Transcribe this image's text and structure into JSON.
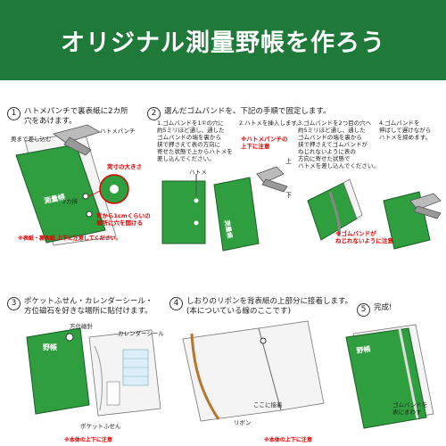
{
  "banner": {
    "title": "オリジナル測量野帳を作ろう",
    "bg": "#1f7a3a"
  },
  "step1": {
    "num": "1",
    "line1": "ハトメパンチで裏表紙に2カ所",
    "line2": "穴をあけます。",
    "label_punch": "ハトメパンチ",
    "label_fold": "奥まで差し込む",
    "label_holes": "2カ所",
    "book_text": "測量帳",
    "hole_size_label": "実寸の大きさ",
    "hole_pos1": "背から1cmくらいの",
    "hole_pos2": "場所に穴を開ける",
    "note": "※表紙・裏表紙 上下に注意してください。"
  },
  "step2": {
    "num": "2",
    "line1": "選んだゴムバンドを、下記の手順で固定します。",
    "a": {
      "num": "1.",
      "l1": "ゴムバンドを1①の穴に",
      "l2": "約5ミリほど通し、通した",
      "l3": "ゴムバンドの端を裏から",
      "l4": "挟で押さえて表の方向に",
      "l5": "寄せた状態で上からハトメを",
      "l6": "差し込んでください。"
    },
    "b": {
      "num": "2.",
      "l1": "ハトメを挿入します。"
    },
    "c": {
      "num": "3.",
      "l1": "ゴムバンドを2つ目の穴へ",
      "l2": "約5ミリほど通し、通した",
      "l3": "ゴムバンドの端を裏から",
      "l4": "挟で押さえてゴムバンドが",
      "l5": "ねじれないように表の",
      "l6": "方向に寄せた状態で",
      "l7": "ハトメを差し込んでください。"
    },
    "d": {
      "num": "4.",
      "l1": "ゴムバンドを",
      "l2": "伸ばして遅けながら",
      "l3": "ハトメを締めます。"
    },
    "note_punch1": "※ハトメパンチの",
    "note_punch2": "上下に注意",
    "label_top": "上",
    "label_bottom": "下",
    "label_eyelet": "ハトメ",
    "book_text": "測量帳",
    "note_twist1": "※ゴムバンドが",
    "note_twist2": "ねじれないように注意"
  },
  "step3": {
    "num": "3",
    "line1": "ポケットふせん・カレンダーシール・",
    "line2": "方位磁石を好きな場所に貼付けます。",
    "label_compass": "方位磁針",
    "label_calendar": "カレンダーシール",
    "label_pocket": "ポケットふせん",
    "book_text": "野帳",
    "note": "※本体の上下に注意"
  },
  "step4": {
    "num": "4",
    "line1": "しおりのリボンを背表紙の上部分に接着します。",
    "line2": "(本についている線のここです)",
    "label_glue": "ここに接着",
    "label_ribbon": "リボン",
    "note": "※本体の上下に注意"
  },
  "step5": {
    "num": "5",
    "line1": "完成!",
    "book_text": "野帳",
    "label_band1": "ゴムバンドを",
    "label_band2": "表にまわす"
  }
}
